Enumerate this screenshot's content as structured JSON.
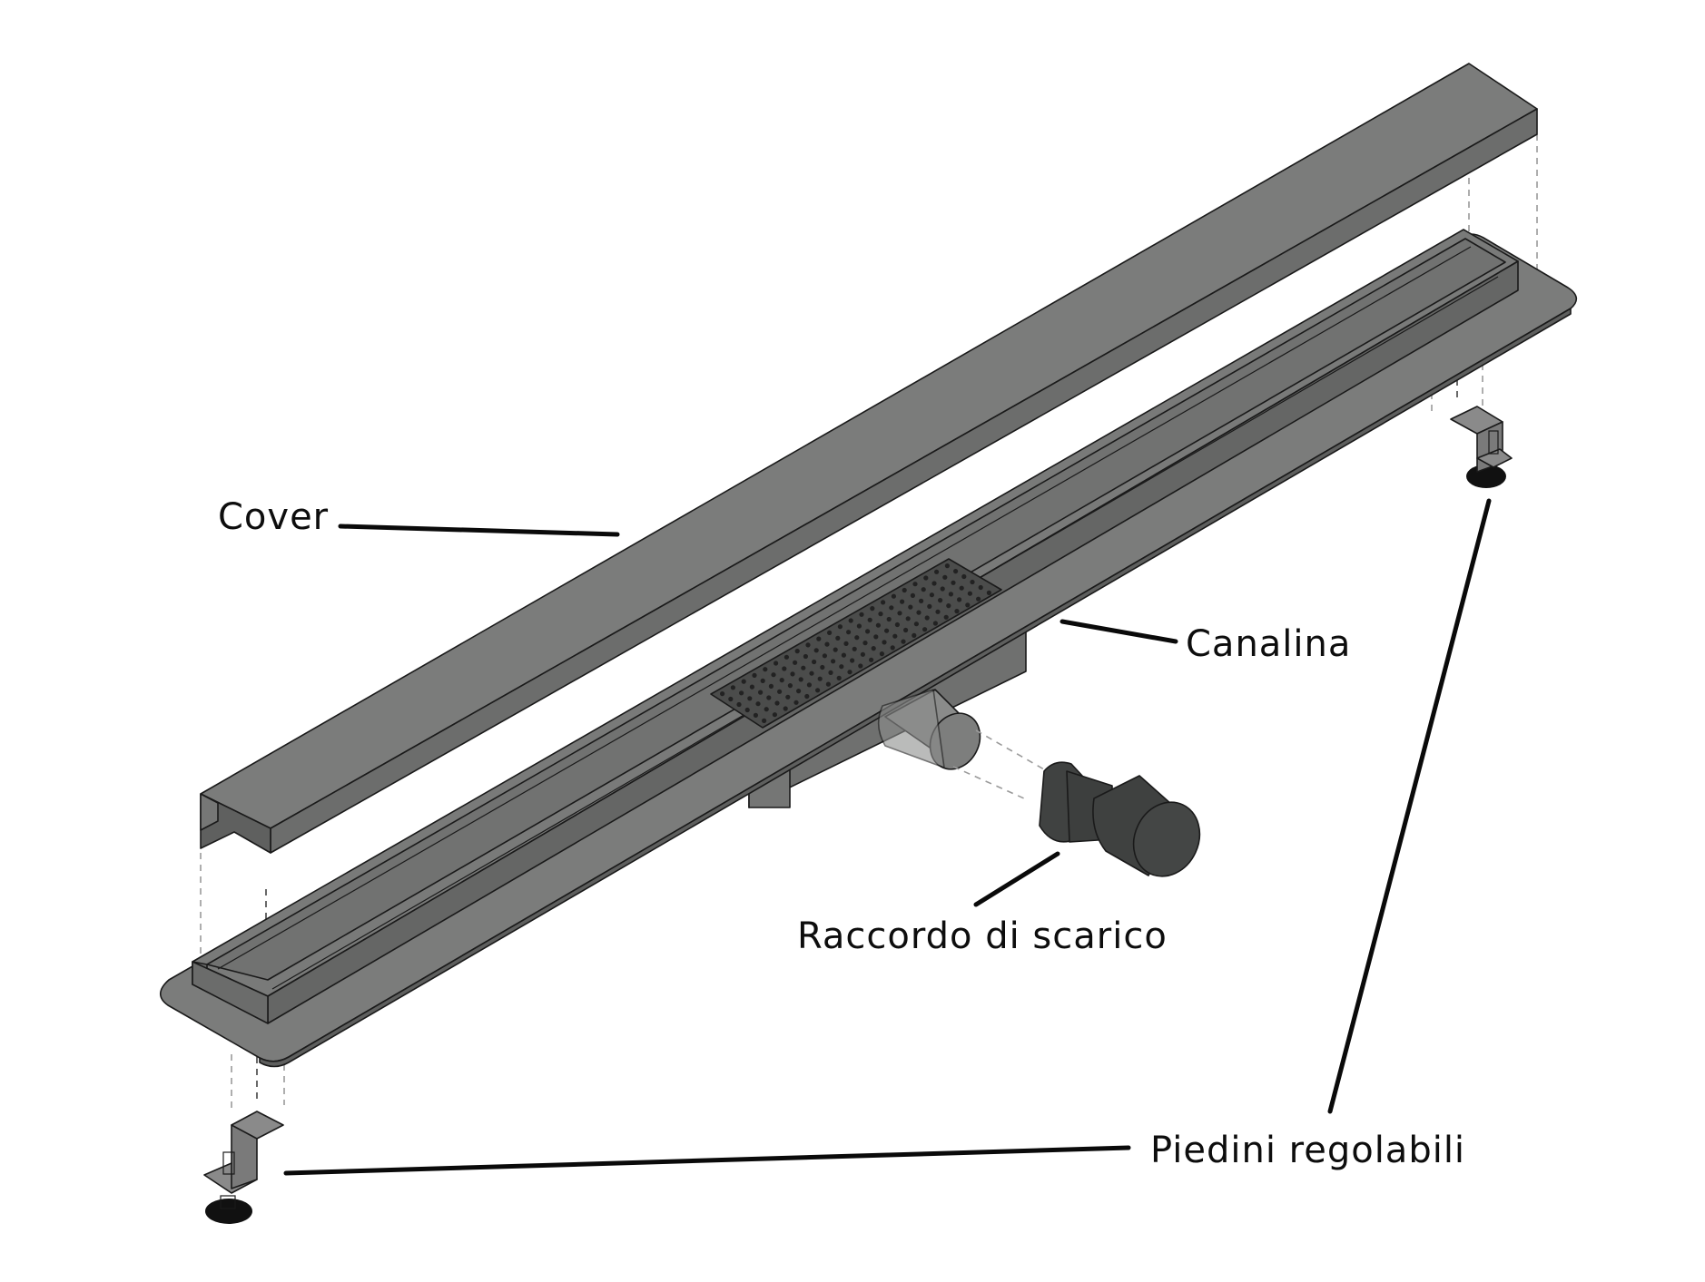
{
  "diagram": {
    "type": "exploded-view",
    "subject": "linear shower drain",
    "colors": {
      "background": "#ffffff",
      "steel_top": "#7b7c7b",
      "steel_side": "#6a6b6a",
      "steel_dark": "#5c5d5c",
      "grate": "#4a4b4a",
      "fitting": "#3f4140",
      "pipe": "#8a8b8a",
      "foot_pad": "#111111",
      "leader_line": "#0a0a0a",
      "label_text": "#0d0d0d"
    },
    "labels": {
      "cover": "Cover",
      "channel": "Canalina",
      "drain_fitting": "Raccordo di scarico",
      "adjustable_feet": "Piedini regolabili"
    },
    "components": [
      {
        "id": "cover",
        "label": "Cover"
      },
      {
        "id": "channel",
        "label": "Canalina"
      },
      {
        "id": "drain-fitting",
        "label": "Raccordo di scarico"
      },
      {
        "id": "adjustable-feet",
        "label": "Piedini regolabili",
        "count": 2
      }
    ]
  }
}
